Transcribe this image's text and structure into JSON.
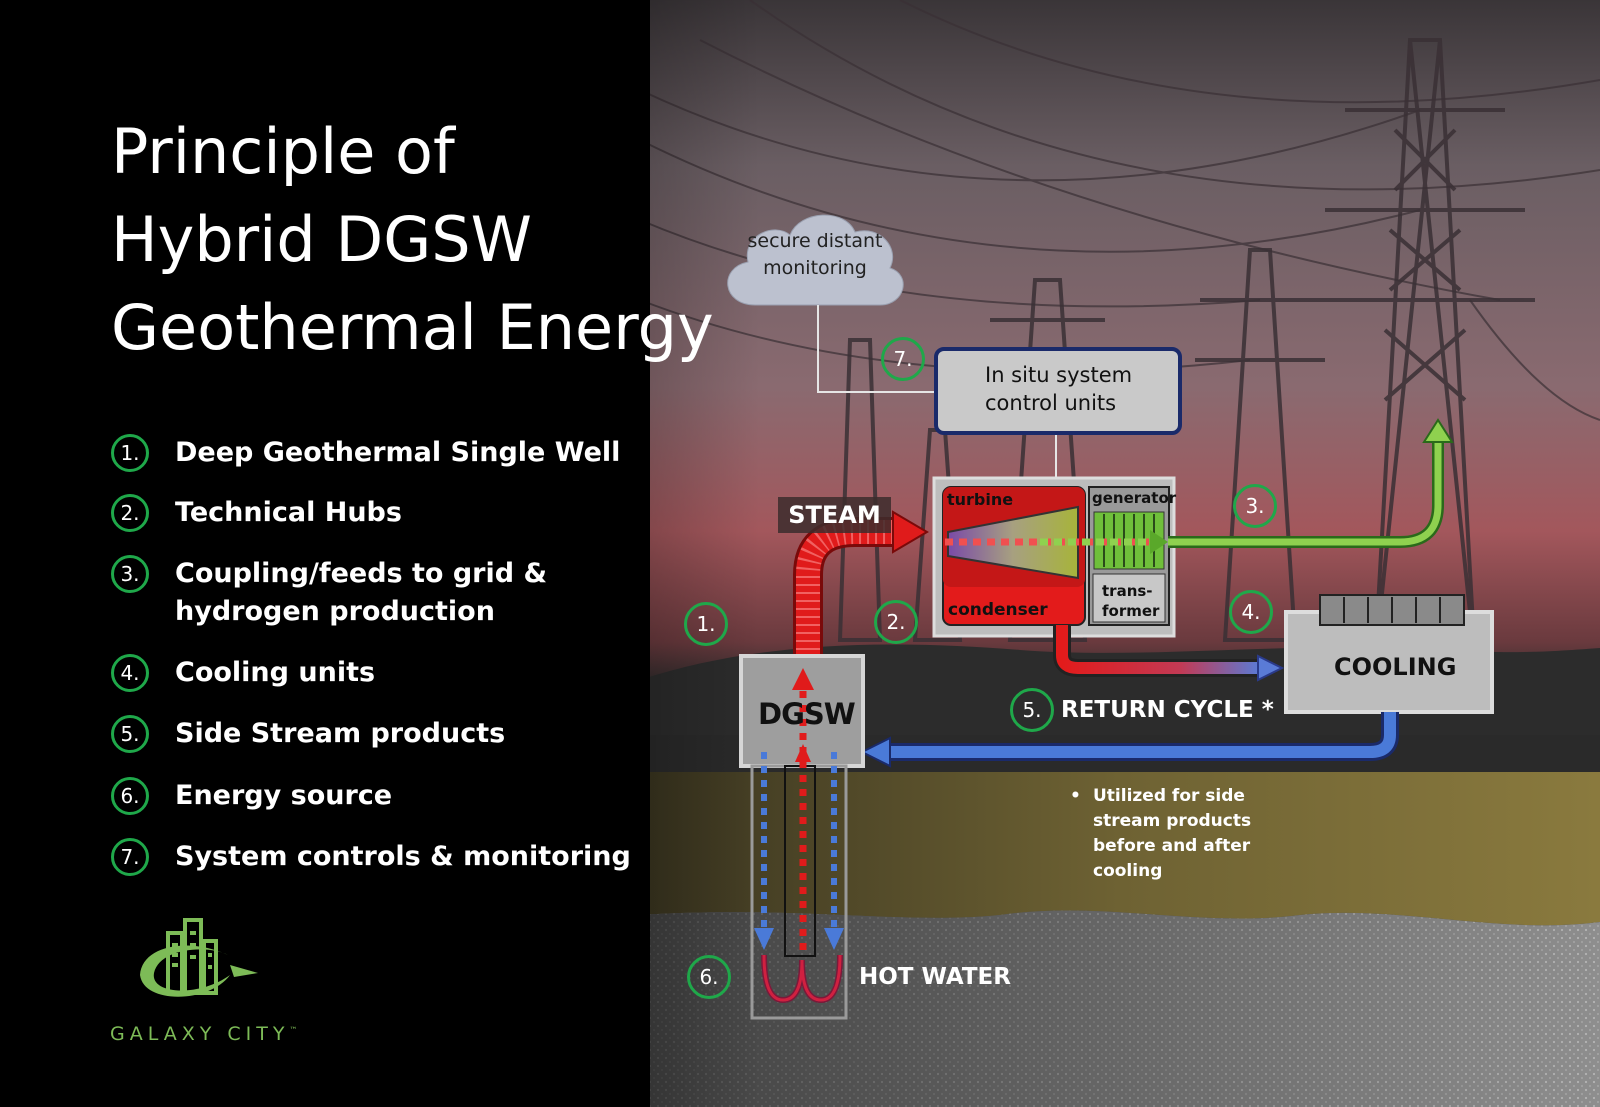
{
  "title": {
    "line1": "Principle of",
    "line2": "Hybrid DGSW",
    "line3": "Geothermal Energy"
  },
  "legend": [
    {
      "num": "1.",
      "label": "Deep Geothermal Single Well"
    },
    {
      "num": "2.",
      "label": "Technical Hubs"
    },
    {
      "num": "3.",
      "label": "Coupling/feeds to grid & hydrogen production"
    },
    {
      "num": "4.",
      "label": "Cooling units"
    },
    {
      "num": "5.",
      "label": "Side Stream products"
    },
    {
      "num": "6.",
      "label": "Energy source"
    },
    {
      "num": "7.",
      "label": "System controls & monitoring"
    }
  ],
  "diagram": {
    "cloud": "secure distant monitoring",
    "control_units": "In situ system control units",
    "steam": "STEAM",
    "turbine": "turbine",
    "generator": "generator",
    "condenser": "condenser",
    "transformer": "trans-former",
    "cooling": "COOLING",
    "dgsw": "DGSW",
    "return_cycle": "RETURN CYCLE *",
    "hot_water": "HOT WATER",
    "note_bullet": "•",
    "note": "Utilized for side stream products before and after cooling",
    "markers": {
      "m1": "1.",
      "m2": "2.",
      "m3": "3.",
      "m4": "4.",
      "m5": "5.",
      "m6": "6.",
      "m7": "7."
    }
  },
  "logo": {
    "name": "GALAXY CITY",
    "tm": "™"
  },
  "colors": {
    "accent_green": "#1fa84a",
    "logo_green": "#7dbb57",
    "steam_red": "#e01b1b",
    "cold_blue": "#3d6fd1",
    "power_green": "#8fd14f",
    "ground_brown": "#8a7a3e"
  }
}
